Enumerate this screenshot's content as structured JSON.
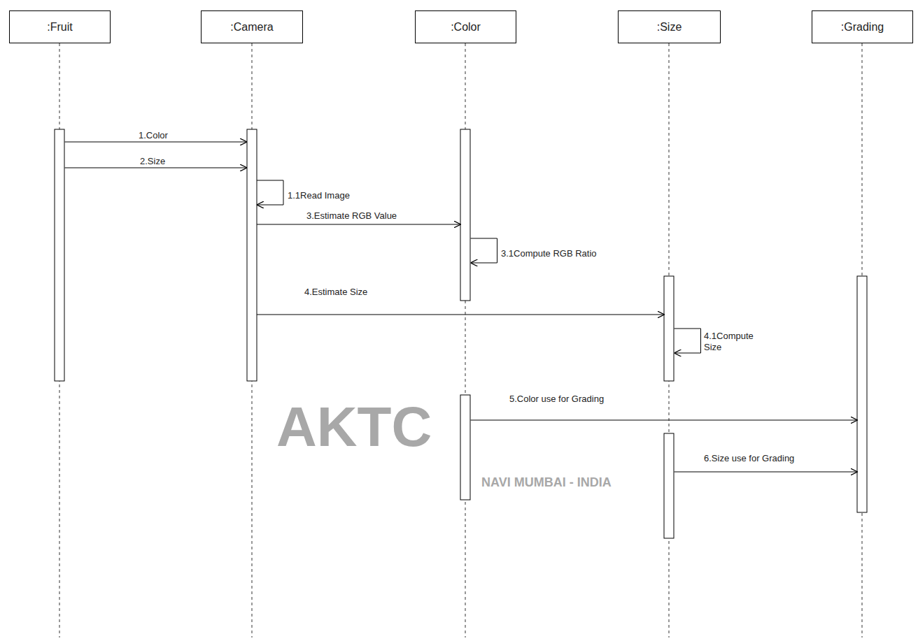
{
  "diagram": {
    "nodes": [
      {
        "text": [
          ":Fruit"
        ]
      },
      {
        "text": [
          ":Camera"
        ]
      },
      {
        "text": [
          ":Color"
        ]
      },
      {
        "text": [
          ":Size"
        ]
      },
      {
        "text": [
          ":Grading"
        ]
      }
    ],
    "edges": [
      {
        "from": 0,
        "to": 1,
        "arrow": "to",
        "label": "1.Color"
      },
      {
        "from": 0,
        "to": 1,
        "arrow": "to",
        "label": "2.Size"
      },
      {
        "from": 1,
        "to": 1,
        "arrow": "to",
        "label": "1.1Read Image"
      },
      {
        "from": 1,
        "to": 2,
        "arrow": "to",
        "label": "3.Estimate RGB Value"
      },
      {
        "from": 2,
        "to": 2,
        "arrow": "to",
        "label": "3.1Compute RGB Ratio"
      },
      {
        "from": 1,
        "to": 3,
        "arrow": "to",
        "label": "4.Estimate Size"
      },
      {
        "from": 3,
        "to": 3,
        "arrow": "to",
        "label": "4.1Compute Size"
      },
      {
        "from": 2,
        "to": 4,
        "arrow": "to",
        "label": "5.Color use for Grading"
      },
      {
        "from": 3,
        "to": 4,
        "arrow": "to",
        "label": "6.Size use for Grading"
      }
    ],
    "labels": [
      "AKTC",
      "NAVI MUMBAI - INDIA"
    ]
  }
}
